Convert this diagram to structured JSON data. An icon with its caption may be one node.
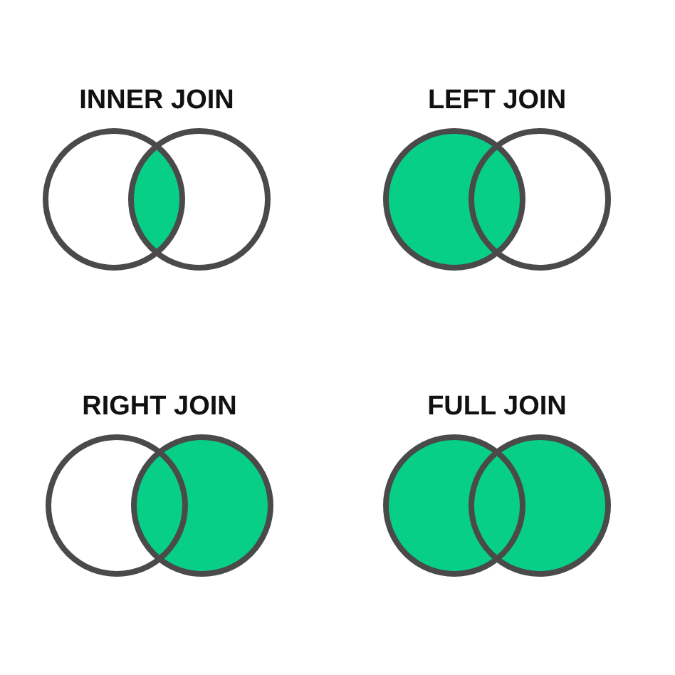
{
  "diagram": {
    "labels": [
      "INNER JOIN",
      "LEFT JOIN",
      "RIGHT JOIN",
      "FULL JOIN"
    ]
  }
}
